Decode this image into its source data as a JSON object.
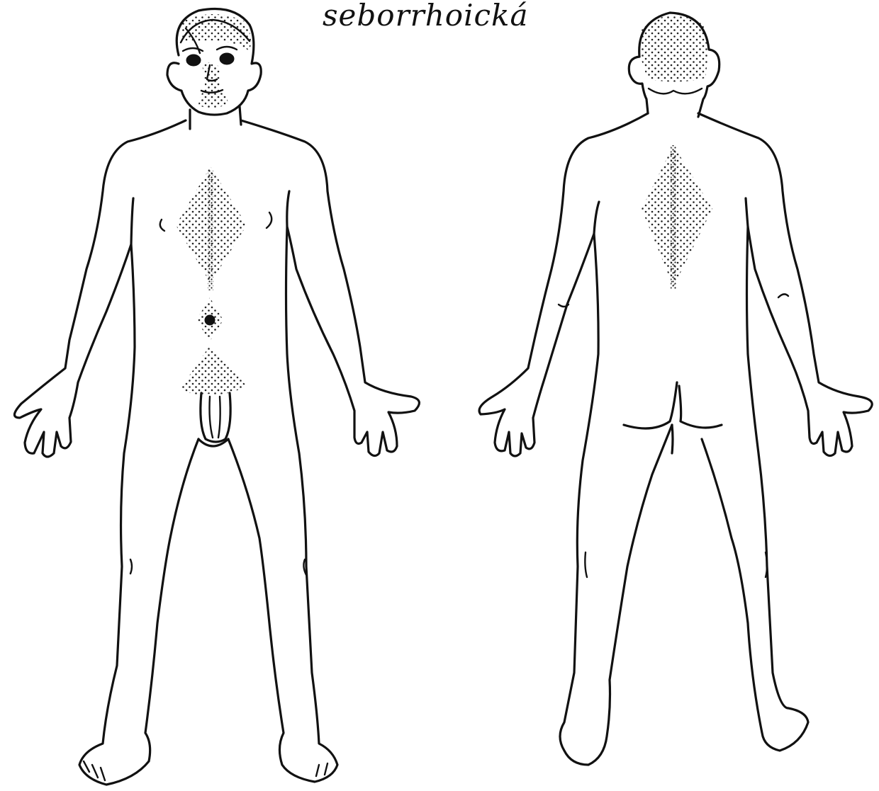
{
  "title": "seborrhoická",
  "colors": {
    "ink": "#111111",
    "background": "#ffffff",
    "stipple": "#222222"
  },
  "figures": [
    {
      "view": "front",
      "affected_areas": [
        "scalp",
        "face-central",
        "beard",
        "sternum",
        "umbilicus",
        "pubic-region"
      ]
    },
    {
      "view": "back",
      "affected_areas": [
        "scalp",
        "interscapular-region"
      ]
    }
  ]
}
